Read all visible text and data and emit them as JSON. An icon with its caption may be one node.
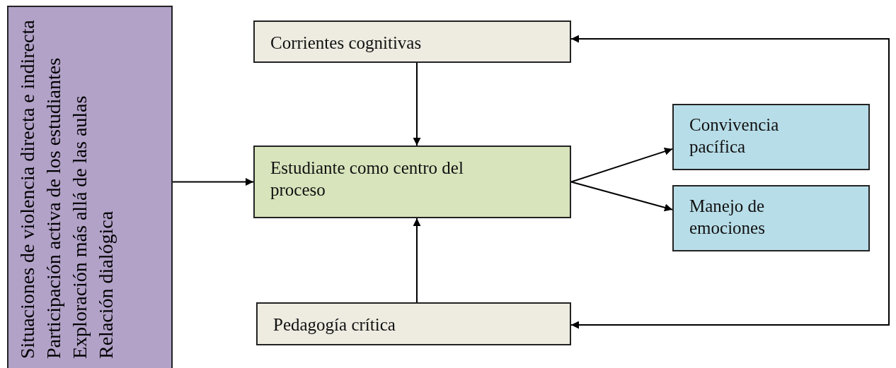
{
  "diagram": {
    "nodes": [
      {
        "text": [
          "Situaciones de violencia directa e indirecta",
          "Participación activa de los estudiantes",
          "Exploración más allá de las aulas",
          "Relación dialógica"
        ]
      },
      {
        "text": [
          "Corrientes cognitivas"
        ]
      },
      {
        "text": [
          "Estudiante como centro del proceso"
        ]
      },
      {
        "text": [
          "Convivencia pacífica"
        ]
      },
      {
        "text": [
          "Manejo de emociones"
        ]
      },
      {
        "text": [
          "Pedagogía crítica"
        ]
      }
    ],
    "edges": [
      {
        "from": 1,
        "to": 2,
        "arrow": "to"
      },
      {
        "from": 0,
        "to": 2,
        "arrow": "to"
      },
      {
        "from": 5,
        "to": 2,
        "arrow": "to"
      },
      {
        "from": 2,
        "to": 3,
        "arrow": "to"
      },
      {
        "from": 2,
        "to": 4,
        "arrow": "to"
      },
      {
        "from": 1,
        "to": 5,
        "arrow": "both"
      }
    ]
  }
}
